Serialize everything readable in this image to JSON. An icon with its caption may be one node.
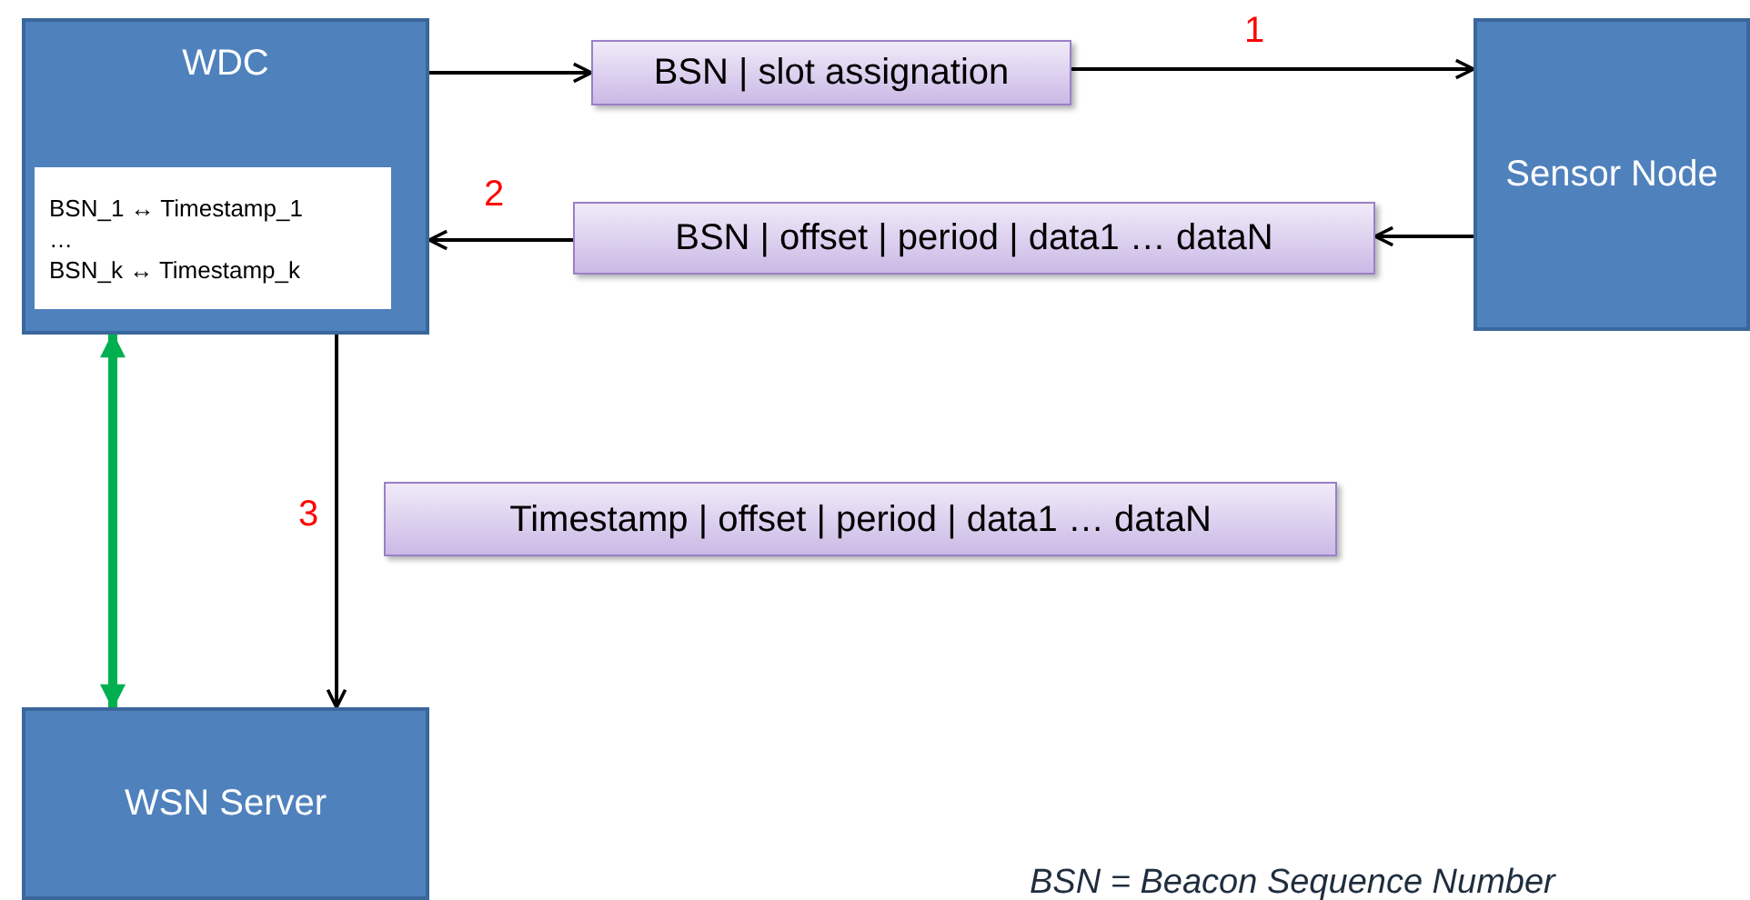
{
  "diagram": {
    "nodes": [
      {
        "text": [
          "WDC"
        ]
      },
      {
        "text": [
          "BSN_1 ↔ Timestamp_1",
          "…",
          "BSN_k ↔ Timestamp_k"
        ],
        "in": 0
      },
      {
        "text": [
          "Sensor Node"
        ]
      },
      {
        "text": [
          "WSN Server"
        ]
      },
      {
        "text": [
          "BSN | slot assignation"
        ]
      },
      {
        "text": [
          "BSN | offset | period | data1 … dataN"
        ]
      },
      {
        "text": [
          "Timestamp | offset | period | data1 … dataN"
        ]
      }
    ],
    "edges": [
      {
        "from": 0,
        "to": 4,
        "arrow": "to"
      },
      {
        "from": 4,
        "to": 2,
        "arrow": "to",
        "label": "1"
      },
      {
        "from": 2,
        "to": 5,
        "arrow": "to"
      },
      {
        "from": 5,
        "to": 0,
        "arrow": "to",
        "label": "2"
      },
      {
        "from": 0,
        "to": 3,
        "arrow": "to",
        "label": "3"
      },
      {
        "from": 0,
        "to": 3,
        "arrow": "both",
        "style": "thick",
        "color": "#00b050"
      }
    ],
    "labels": [
      "BSN = Beacon Sequence Number"
    ]
  }
}
